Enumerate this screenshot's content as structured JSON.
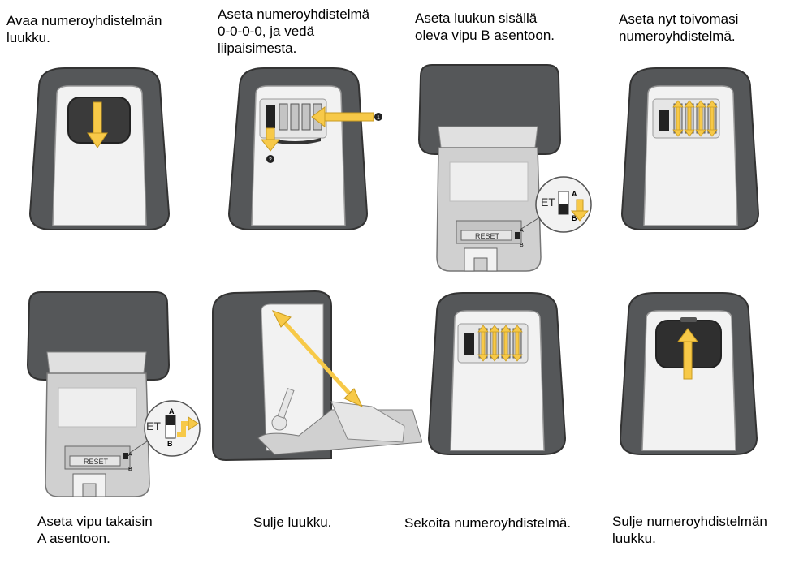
{
  "steps": [
    {
      "text": "Avaa numeroyhdistelmän\nluukku."
    },
    {
      "text": "Aseta numeroyhdistelmä\n0-0-0-0, ja vedä\nliipaisimesta."
    },
    {
      "text": "Aseta luukun sisällä\noleva vipu B asentoon."
    },
    {
      "text": "Aseta nyt toivomasi\nnumeroyhdistelmä."
    },
    {
      "text": "Aseta vipu takaisin\nA asentoon."
    },
    {
      "text": "Sulje luukku."
    },
    {
      "text": "Sekoita numeroyhdistelmä."
    },
    {
      "text": "Sulje numeroyhdistelmän\nluukku."
    }
  ],
  "labels": {
    "reset": "RESET",
    "et": "ET",
    "pos_a": "A",
    "pos_b": "B",
    "marker_1": "1",
    "marker_2": "2"
  },
  "colors": {
    "body_dark": "#555759",
    "face_light": "#f2f2f2",
    "cover_light": "#d0d0d0",
    "arrow": "#f7c948",
    "outline": "#333333"
  }
}
